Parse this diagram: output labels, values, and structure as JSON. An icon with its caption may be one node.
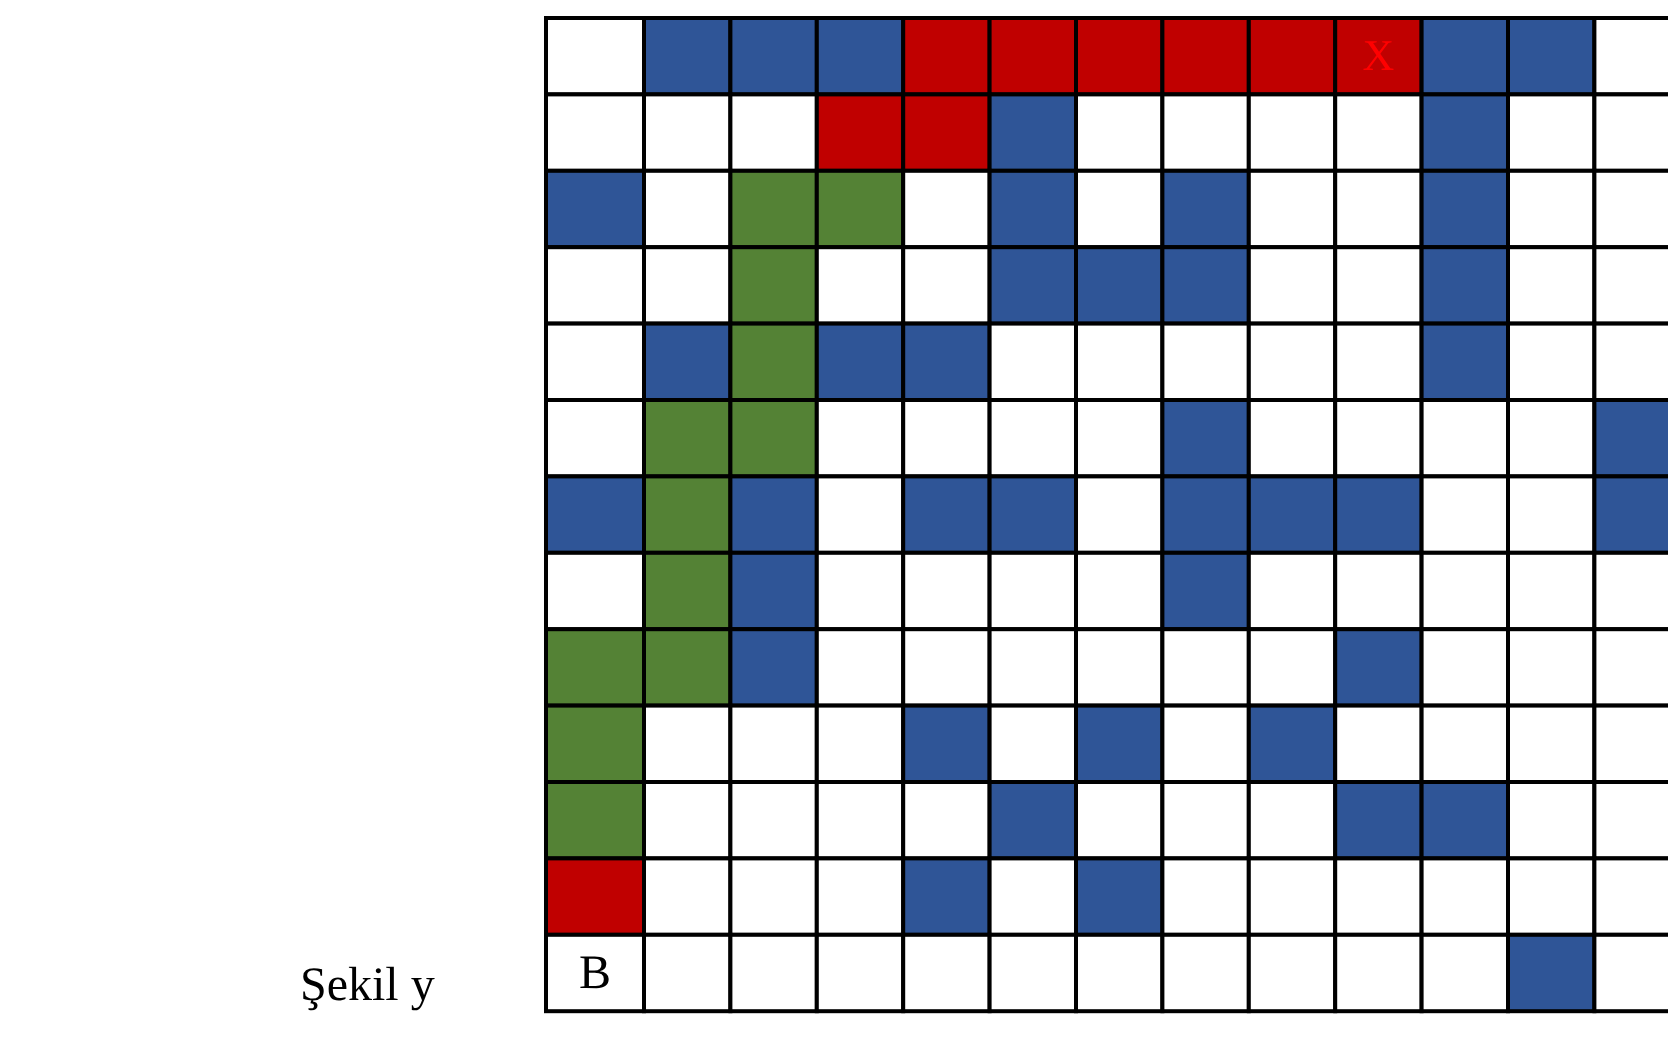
{
  "diagram": {
    "labels": [
      "X",
      "B",
      "Şekil y"
    ]
  }
}
